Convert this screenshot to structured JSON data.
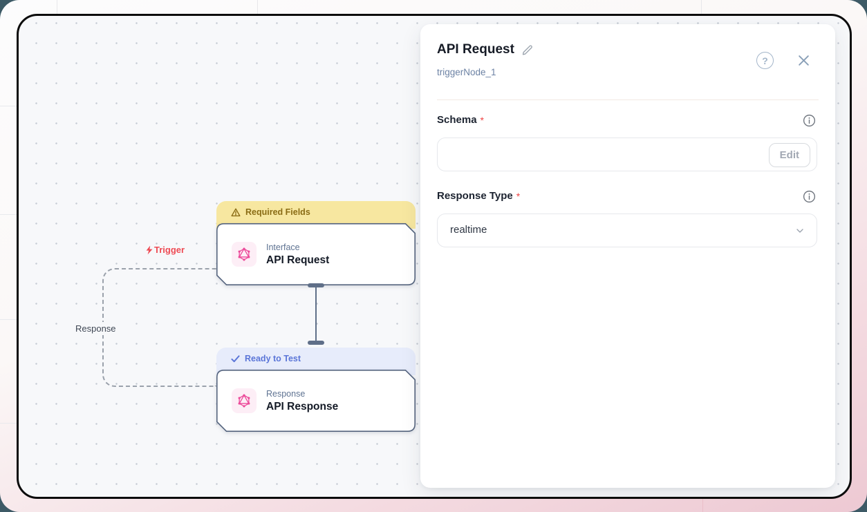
{
  "canvas": {
    "edge_labels": {
      "trigger": "Trigger",
      "response": "Response"
    },
    "nodes": {
      "request": {
        "banner": "Required Fields",
        "subtitle": "Interface",
        "title": "API Request"
      },
      "response": {
        "banner": "Ready to Test",
        "subtitle": "Response",
        "title": "API Response"
      }
    }
  },
  "panel": {
    "title": "API Request",
    "node_id": "triggerNode_1",
    "help_glyph": "?",
    "fields": {
      "schema": {
        "label": "Schema",
        "required": "*",
        "button": "Edit"
      },
      "response_type": {
        "label": "Response Type",
        "required": "*",
        "value": "realtime"
      }
    }
  },
  "colors": {
    "node_accent": "#ec4899",
    "node_icon_bg": "#fdeef6",
    "trigger_red": "#ee4b54",
    "required_banner_bg": "#f7e7a0",
    "required_banner_text": "#8a6c15",
    "ready_banner_bg": "#e7ecfb",
    "ready_banner_text": "#5b76d8",
    "card_border": "#56657f",
    "canvas_bg": "#f7f8fa",
    "frame_border": "#0c0c0c",
    "page_pink": "#edc9d3",
    "page_teal": "#3d5a66"
  }
}
